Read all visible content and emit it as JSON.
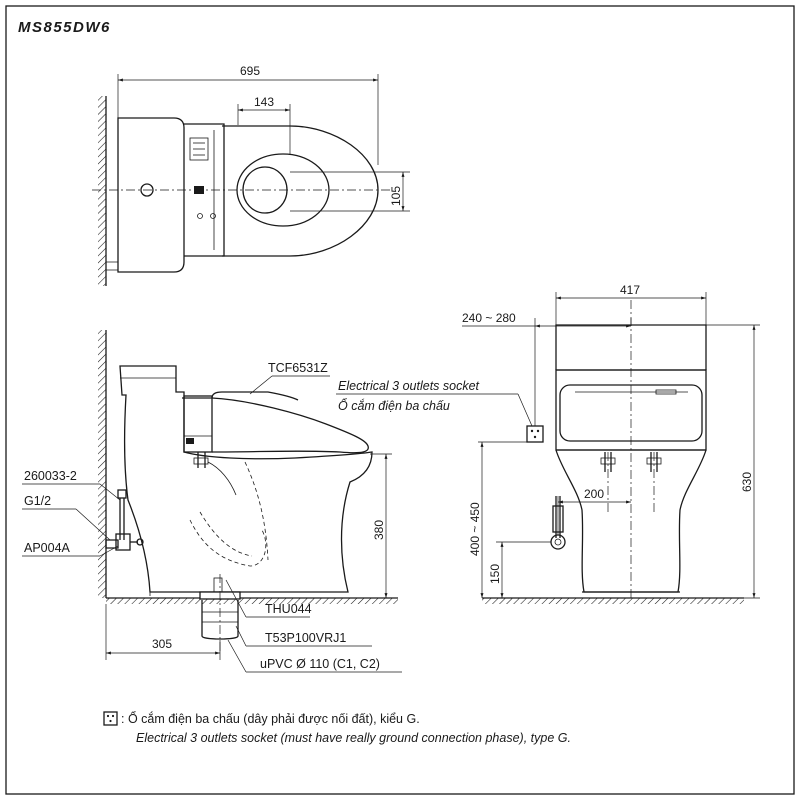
{
  "model": "MS855DW6",
  "dims": {
    "overall_length": "695",
    "seat_offset": "143",
    "center_offset": "105",
    "overall_width": "417",
    "rough_in_range": "240 ~ 280",
    "overall_height": "630",
    "inlet_spacing": "200",
    "outlet_height_range": "400 ~ 450",
    "supply_height": "150",
    "bowl_height": "380",
    "wall_to_outlet": "305"
  },
  "labels": {
    "seat_model": "TCF6531Z",
    "socket_en": "Electrical 3 outlets socket",
    "socket_vi": "Ổ cắm điện ba chấu",
    "supply_hose": "260033-2",
    "thread_size": "G1/2",
    "stop_valve": "AP004A",
    "flange": "THU044",
    "drain_pipe": "T53P100VRJ1",
    "pvc_pipe": "uPVC Ø 110 (C1, C2)"
  },
  "legend": {
    "line_vi": ": Ổ cắm điện ba chấu (dây phải được nối đất), kiểu G.",
    "line_en": "Electrical 3 outlets socket (must have really ground connection phase), type G."
  }
}
